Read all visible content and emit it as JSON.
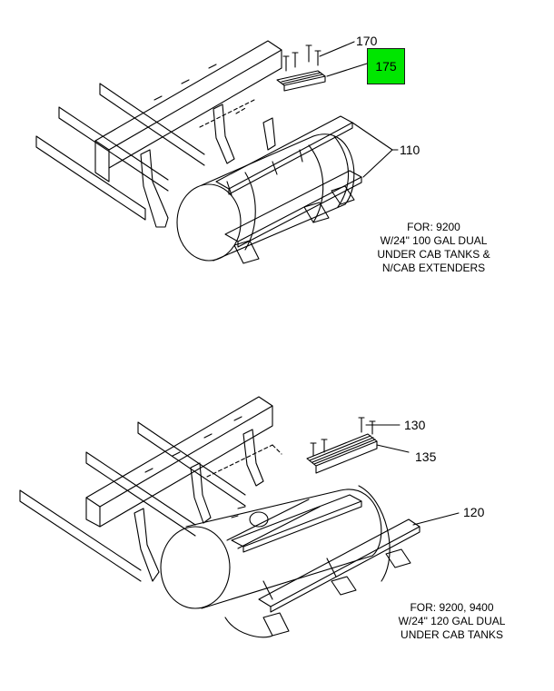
{
  "colors": {
    "line": "#000000",
    "background": "#ffffff",
    "highlight": "#00e600"
  },
  "top_diagram": {
    "callouts": {
      "c170": "170",
      "c175": "175",
      "c110": "110"
    },
    "note": [
      "FOR: 9200",
      "W/24\" 100 GAL DUAL",
      "UNDER CAB TANKS &",
      "N/CAB EXTENDERS"
    ]
  },
  "bottom_diagram": {
    "callouts": {
      "c130": "130",
      "c135": "135",
      "c120": "120"
    },
    "note": [
      "FOR: 9200, 9400",
      "W/24\" 120 GAL DUAL",
      "UNDER CAB TANKS"
    ]
  }
}
